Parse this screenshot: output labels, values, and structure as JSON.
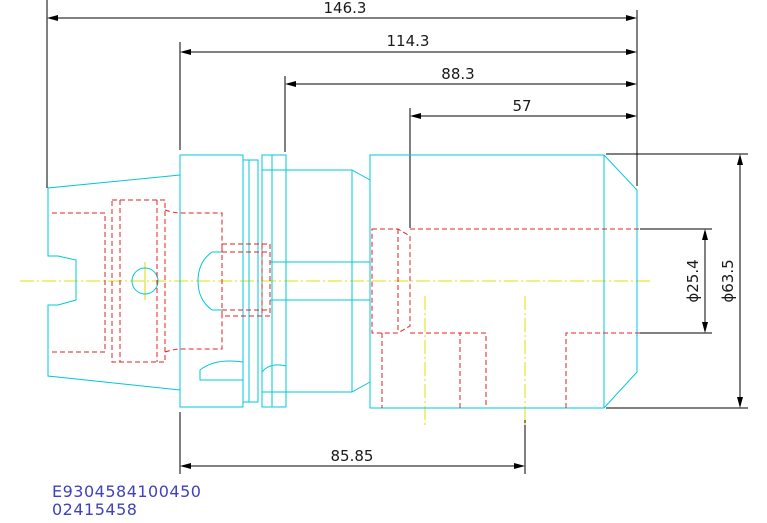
{
  "dimensions": {
    "overall_length": "146.3",
    "flange_length": "114.3",
    "body_length": "88.3",
    "bore_depth": "57",
    "bottom_length": "85.85",
    "inner_diameter": "ϕ25.4",
    "outer_diameter": "ϕ63.5"
  },
  "part_codes": {
    "line1": "E9304584100450",
    "line2": "02415458"
  },
  "colors": {
    "outline": "#00c8d8",
    "hidden": "#e02020",
    "centerline": "#e0e000",
    "dimension": "#000000",
    "code_text": "#4040c0"
  }
}
